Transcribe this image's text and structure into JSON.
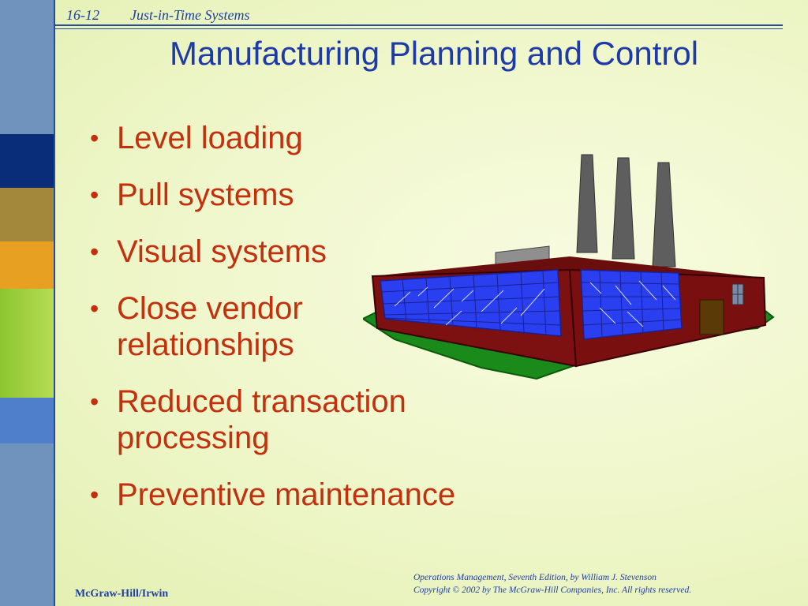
{
  "header": {
    "slide_number": "16-12",
    "chapter_title": "Just-in-Time Systems"
  },
  "title": "Manufacturing Planning and Control",
  "bullets": [
    "Level loading",
    "Pull systems",
    "Visual systems",
    "Close vendor relationships",
    "Reduced transaction processing",
    "Preventive maintenance"
  ],
  "footer": {
    "publisher": "McGraw-Hill/Irwin",
    "book_line": "Operations Management, Seventh Edition, by William J. Stevenson",
    "copyright_line": "Copyright © 2002 by The McGraw-Hill Companies, Inc.  All rights reserved."
  },
  "colors": {
    "sidebar_bands": [
      "#6f93bd",
      "#0a2d7a",
      "#a3873a",
      "#e8a023",
      "#9fcf3c",
      "#4f7fcb",
      "#6f93bd"
    ],
    "accent_blue": "#1d3aa8",
    "bullet_red": "#c2300e"
  },
  "image": {
    "icon": "factory-icon"
  }
}
